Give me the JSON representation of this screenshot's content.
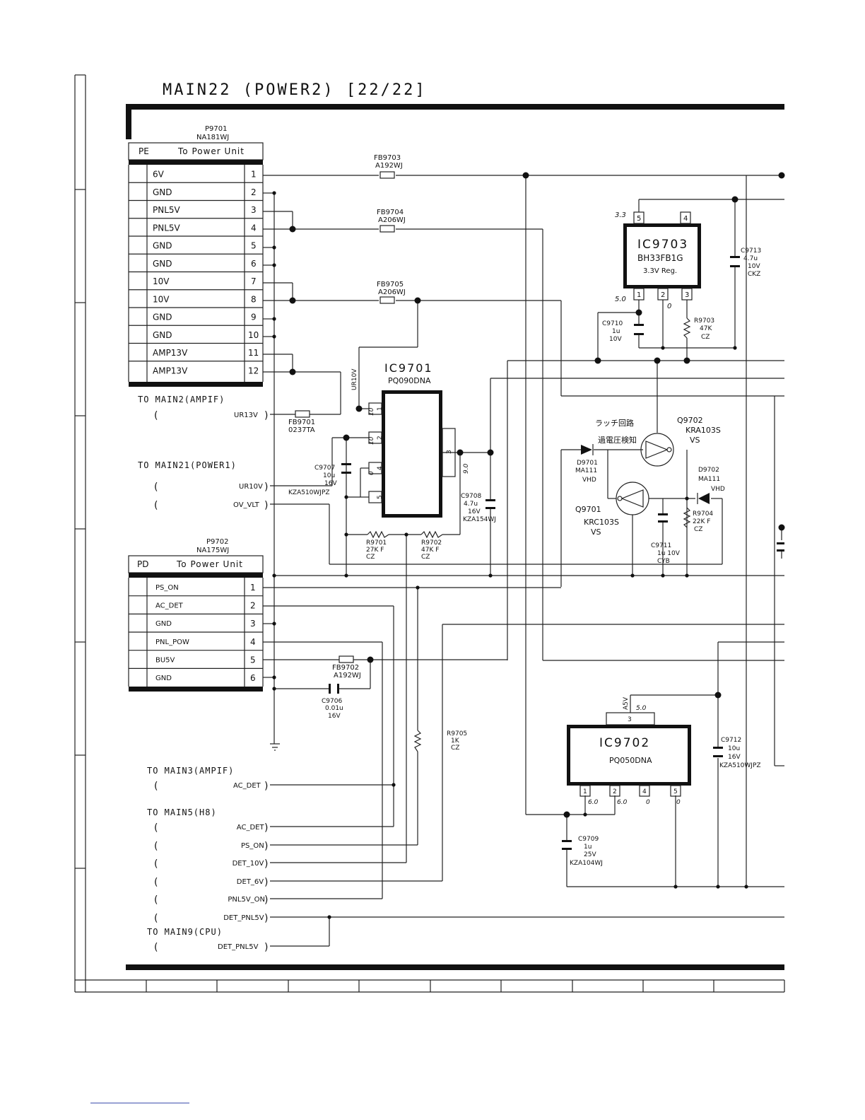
{
  "title": "MAIN22 (POWER2) [22/22]",
  "p9701": {
    "ref": "P9701",
    "part": "NA181WJ",
    "head_left": "PE",
    "head_right": "To Power Unit",
    "pins": [
      {
        "name": "6V",
        "num": "1"
      },
      {
        "name": "GND",
        "num": "2"
      },
      {
        "name": "PNL5V",
        "num": "3"
      },
      {
        "name": "PNL5V",
        "num": "4"
      },
      {
        "name": "GND",
        "num": "5"
      },
      {
        "name": "GND",
        "num": "6"
      },
      {
        "name": "10V",
        "num": "7"
      },
      {
        "name": "10V",
        "num": "8"
      },
      {
        "name": "GND",
        "num": "9"
      },
      {
        "name": "GND",
        "num": "10"
      },
      {
        "name": "AMP13V",
        "num": "11"
      },
      {
        "name": "AMP13V",
        "num": "12"
      }
    ]
  },
  "p9702": {
    "ref": "P9702",
    "part": "NA175WJ",
    "head_left": "PD",
    "head_right": "To Power Unit",
    "pins": [
      {
        "name": "PS_ON",
        "num": "1"
      },
      {
        "name": "AC_DET",
        "num": "2"
      },
      {
        "name": "GND",
        "num": "3"
      },
      {
        "name": "PNL_POW",
        "num": "4"
      },
      {
        "name": "BU5V",
        "num": "5"
      },
      {
        "name": "GND",
        "num": "6"
      }
    ]
  },
  "parts": {
    "fb9703": [
      "FB9703",
      "A192WJ"
    ],
    "fb9704": [
      "FB9704",
      "A206WJ"
    ],
    "fb9705": [
      "FB9705",
      "A206WJ"
    ],
    "fb9701": [
      "FB9701",
      "0237TA"
    ],
    "fb9702": [
      "FB9702",
      "A192WJ"
    ],
    "ic9701": [
      "IC9701",
      "PQ090DNA"
    ],
    "ic9702": [
      "IC9702",
      "PQ050DNA"
    ],
    "ic9703": [
      "IC9703",
      "BH33FB1G",
      "3.3V Reg."
    ],
    "c9713": [
      "C9713",
      "4.7u",
      "10V",
      "CKZ"
    ],
    "c9710": [
      "C9710",
      "1u",
      "10V"
    ],
    "r9703": [
      "R9703",
      "47K",
      "CZ"
    ],
    "c9707": [
      "C9707",
      "10u",
      "16V",
      "KZA510WJPZ"
    ],
    "c9708": [
      "C9708",
      "4.7u",
      "16V",
      "KZA154WJ"
    ],
    "r9701": [
      "R9701",
      "27K F",
      "CZ"
    ],
    "r9702": [
      "R9702",
      "47K F",
      "CZ"
    ],
    "d9701": [
      "D9701",
      "MA111",
      "VHD"
    ],
    "d9702": [
      "D9702",
      "MA111",
      "VHD"
    ],
    "q9702": [
      "Q9702",
      "KRA103S",
      "VS"
    ],
    "q9701": [
      "Q9701",
      "KRC103S",
      "VS"
    ],
    "r9704": [
      "R9704",
      "22K F",
      "CZ"
    ],
    "c9711": [
      "C9711",
      "1u 10V",
      "CYB"
    ],
    "c9706": [
      "C9706",
      "0.01u",
      "16V"
    ],
    "r9705": [
      "R9705",
      "1K",
      "CZ"
    ],
    "c9712": [
      "C9712",
      "10u",
      "16V",
      "KZA510WJPZ"
    ],
    "c9709": [
      "C9709",
      "1u",
      "25V",
      "KZA104WJ"
    ]
  },
  "labels": {
    "latch": "ラッチ回路",
    "overvolt": "過電圧検知",
    "ur10v": "UR10V",
    "a5v": "A5V",
    "v33": "3.3",
    "v50a": "5.0",
    "v0a": "0",
    "v90": "9.0",
    "v50b": "5.0",
    "v60a": "6.0",
    "v60b": "6.0",
    "v0b": "0",
    "v0c": "0"
  },
  "ic9701_pins": [
    "1",
    "2",
    "3",
    "4",
    "5"
  ],
  "ic9702_pins": [
    "1",
    "2",
    "3",
    "4",
    "5"
  ],
  "ic9703_pins": [
    "5",
    "4",
    "1",
    "2",
    "3"
  ],
  "ic9701_pin_v": [
    "10",
    "10",
    "0"
  ],
  "offpage": {
    "main2_title": "TO MAIN2(AMPIF)",
    "main2_sig": "UR13V",
    "main21_title": "TO MAIN21(POWER1)",
    "main21_sig1": "UR10V",
    "main21_sig2": "OV_VLT",
    "main3_title": "TO MAIN3(AMPIF)",
    "main3_sig": "AC_DET",
    "main5_title": "TO MAIN5(H8)",
    "main5_sigs": [
      "AC_DET",
      "PS_ON",
      "DET_10V",
      "DET_6V",
      "PNL5V_ON",
      "DET_PNL5V"
    ],
    "main9_title": "TO MAIN9(CPU)",
    "main9_sig": "DET_PNL5V"
  }
}
